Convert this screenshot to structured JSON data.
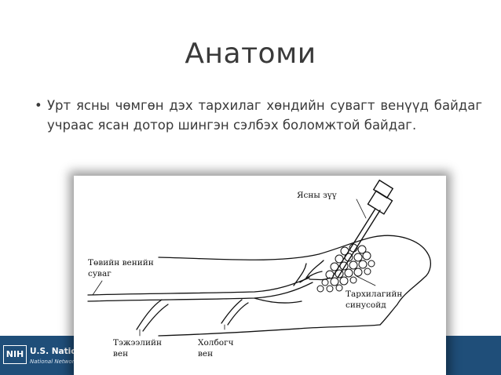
{
  "slide": {
    "title": "Анатоми",
    "bullet_symbol": "•",
    "bullets": [
      "Урт ясны чөмгөн дэх тархилаг хөндийн сувагт венүүд байдаг учраас ясан дотор шингэн сэлбэх боломжтой байдаг."
    ]
  },
  "figure": {
    "labels": {
      "needle": "Ясны зүү",
      "central_canal_line1": "Төвийн венийн",
      "central_canal_line2": "суваг",
      "sinusoid_line1": "Тархилагийн",
      "sinusoid_line2": "синусойд",
      "nutrient_vein_line1": "Тэжээлийн",
      "nutrient_vein_line2": "вен",
      "connecting_vein_line1": "Холбогч",
      "connecting_vein_line2": "вен"
    }
  },
  "footer": {
    "logo_text": "NIH",
    "line1": "U.S. National Library of Medicine",
    "line2": "National Network of Libraries of Medicine",
    "bar_color": "#1f4e79"
  }
}
